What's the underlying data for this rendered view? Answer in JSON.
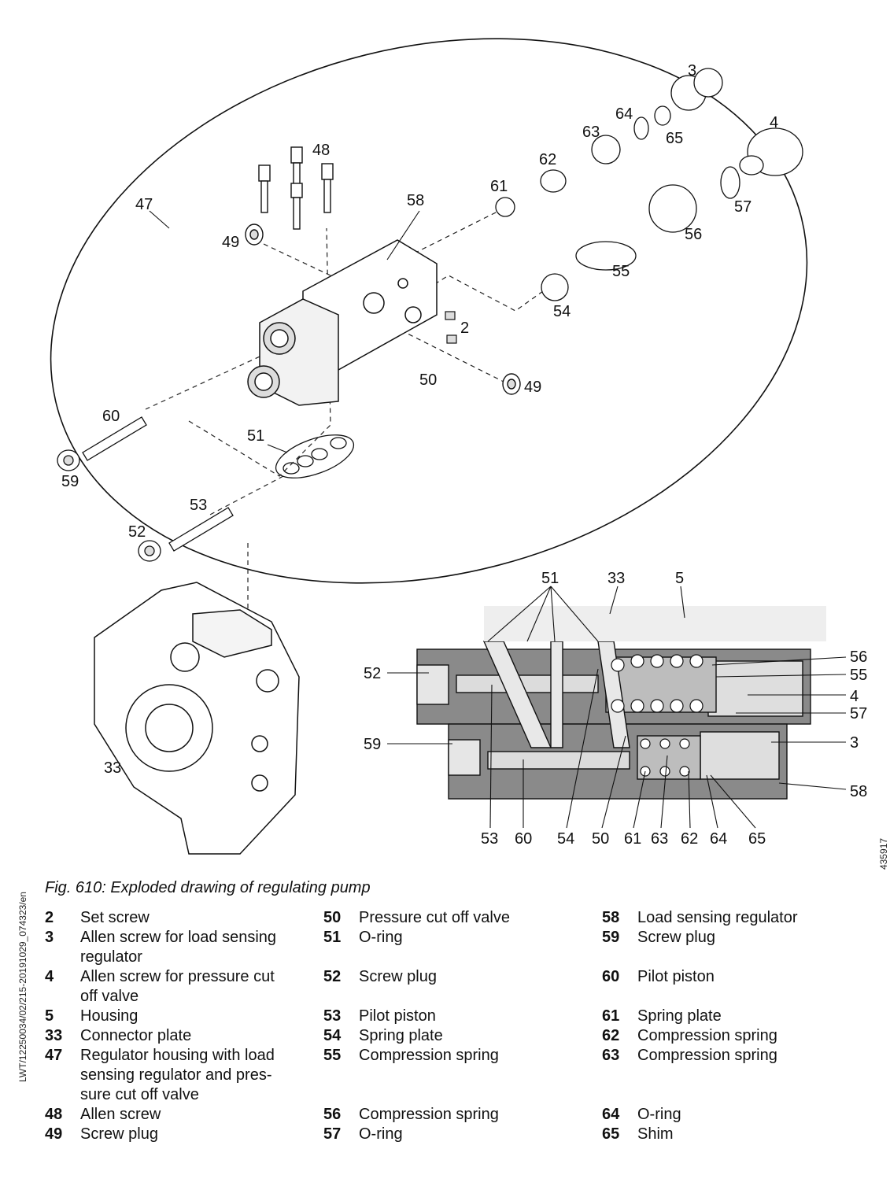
{
  "figure": {
    "caption": "Fig. 610: Exploded drawing of regulating pump",
    "document_id": "LWT/12250034/02/215-20191029_074323/en",
    "drawing_number": "435917"
  },
  "callouts": [
    "3",
    "64",
    "65",
    "4",
    "63",
    "62",
    "48",
    "61",
    "57",
    "47",
    "58",
    "56",
    "49",
    "55",
    "54",
    "2",
    "50",
    "49",
    "60",
    "51",
    "59",
    "53",
    "52",
    "51",
    "33",
    "5",
    "52",
    "56",
    "55",
    "4",
    "57",
    "59",
    "3",
    "58",
    "33",
    "53",
    "60",
    "54",
    "50",
    "61",
    "63",
    "62",
    "64",
    "65"
  ],
  "legend": {
    "col1": [
      {
        "num": "2",
        "text": "Set screw"
      },
      {
        "num": "3",
        "text": "Allen screw for load sensing regulator"
      },
      {
        "num": "4",
        "text": "Allen screw for pressure cut off valve"
      },
      {
        "num": "5",
        "text": "Housing"
      },
      {
        "num": "33",
        "text": "Connector plate"
      },
      {
        "num": "47",
        "text": "Regulator housing with load sensing regulator and pres-sure cut off valve"
      },
      {
        "num": "48",
        "text": "Allen screw"
      },
      {
        "num": "49",
        "text": "Screw plug"
      }
    ],
    "col2": [
      {
        "num": "50",
        "text": "Pressure cut off valve"
      },
      {
        "num": "51",
        "text": "O-ring"
      },
      {
        "num": "52",
        "text": "Screw plug"
      },
      {
        "num": "53",
        "text": "Pilot piston"
      },
      {
        "num": "54",
        "text": "Spring plate"
      },
      {
        "num": "55",
        "text": "Compression spring"
      },
      {
        "num": "56",
        "text": "Compression spring"
      },
      {
        "num": "57",
        "text": "O-ring"
      }
    ],
    "col3": [
      {
        "num": "58",
        "text": "Load sensing regulator"
      },
      {
        "num": "59",
        "text": "Screw plug"
      },
      {
        "num": "60",
        "text": "Pilot piston"
      },
      {
        "num": "61",
        "text": "Spring plate"
      },
      {
        "num": "62",
        "text": "Compression spring"
      },
      {
        "num": "63",
        "text": "Compression spring"
      },
      {
        "num": "64",
        "text": "O-ring"
      },
      {
        "num": "65",
        "text": "Shim"
      }
    ]
  }
}
